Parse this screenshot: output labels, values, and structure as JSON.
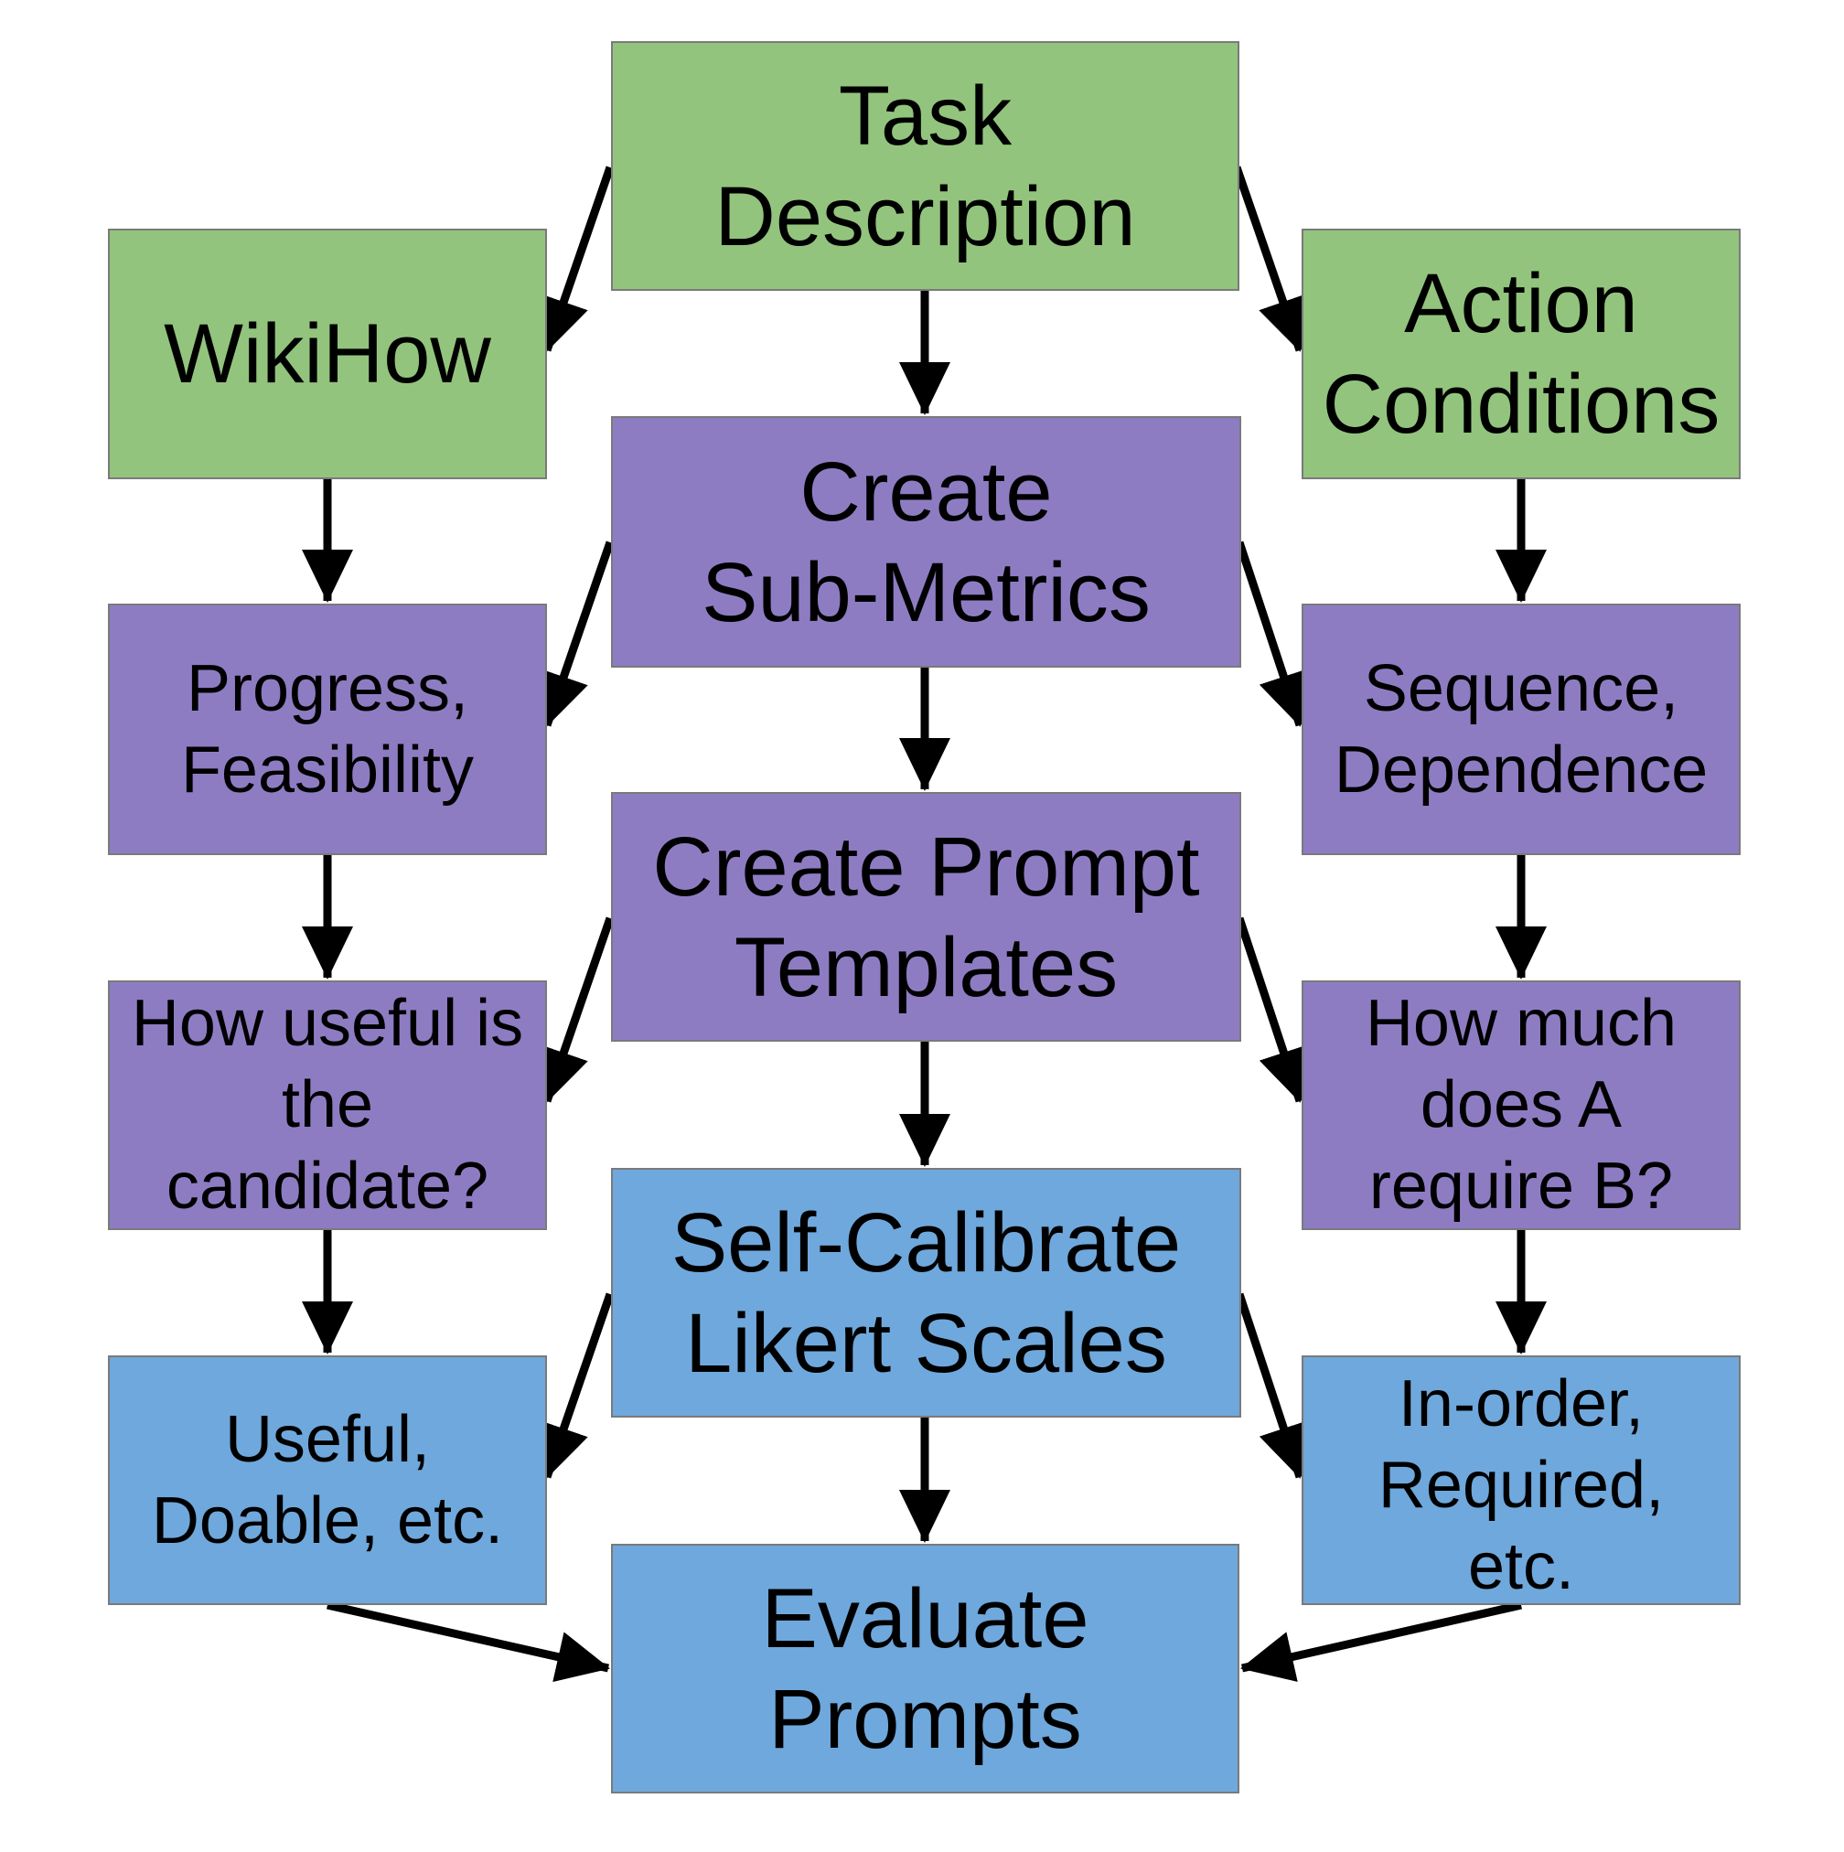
{
  "colors": {
    "green": "#93c47d",
    "purple": "#8e7cc3",
    "blue": "#6fa8dc",
    "arrow": "#000000",
    "border": "#7a7a7a"
  },
  "nodes": {
    "task_description": {
      "label": "Task\nDescription",
      "color": "green"
    },
    "wikihow": {
      "label": "WikiHow",
      "color": "green"
    },
    "action_conditions": {
      "label": "Action\nConditions",
      "color": "green"
    },
    "create_sub_metrics": {
      "label": "Create\nSub-Metrics",
      "color": "purple"
    },
    "progress_feasibility": {
      "label": "Progress,\nFeasibility",
      "color": "purple"
    },
    "sequence_dependence": {
      "label": "Sequence,\nDependence",
      "color": "purple"
    },
    "create_prompt_templates": {
      "label": "Create Prompt\nTemplates",
      "color": "purple"
    },
    "how_useful": {
      "label": "How useful is\nthe\ncandidate?",
      "color": "purple"
    },
    "how_much_require": {
      "label": "How much\ndoes A\nrequire B?",
      "color": "purple"
    },
    "self_calibrate": {
      "label": "Self-Calibrate\nLikert Scales",
      "color": "blue"
    },
    "useful_doable": {
      "label": "Useful,\nDoable, etc.",
      "color": "blue"
    },
    "inorder_required": {
      "label": "In-order,\nRequired,\netc.",
      "color": "blue"
    },
    "evaluate_prompts": {
      "label": "Evaluate\nPrompts",
      "color": "blue"
    }
  },
  "edges": [
    {
      "from": "task_description",
      "to": "wikihow"
    },
    {
      "from": "task_description",
      "to": "create_sub_metrics"
    },
    {
      "from": "task_description",
      "to": "action_conditions"
    },
    {
      "from": "wikihow",
      "to": "progress_feasibility"
    },
    {
      "from": "action_conditions",
      "to": "sequence_dependence"
    },
    {
      "from": "create_sub_metrics",
      "to": "progress_feasibility"
    },
    {
      "from": "create_sub_metrics",
      "to": "create_prompt_templates"
    },
    {
      "from": "create_sub_metrics",
      "to": "sequence_dependence"
    },
    {
      "from": "progress_feasibility",
      "to": "how_useful"
    },
    {
      "from": "sequence_dependence",
      "to": "how_much_require"
    },
    {
      "from": "create_prompt_templates",
      "to": "how_useful"
    },
    {
      "from": "create_prompt_templates",
      "to": "self_calibrate"
    },
    {
      "from": "create_prompt_templates",
      "to": "how_much_require"
    },
    {
      "from": "how_useful",
      "to": "useful_doable"
    },
    {
      "from": "how_much_require",
      "to": "inorder_required"
    },
    {
      "from": "self_calibrate",
      "to": "useful_doable"
    },
    {
      "from": "self_calibrate",
      "to": "evaluate_prompts"
    },
    {
      "from": "self_calibrate",
      "to": "inorder_required"
    },
    {
      "from": "useful_doable",
      "to": "evaluate_prompts"
    },
    {
      "from": "inorder_required",
      "to": "evaluate_prompts"
    }
  ]
}
